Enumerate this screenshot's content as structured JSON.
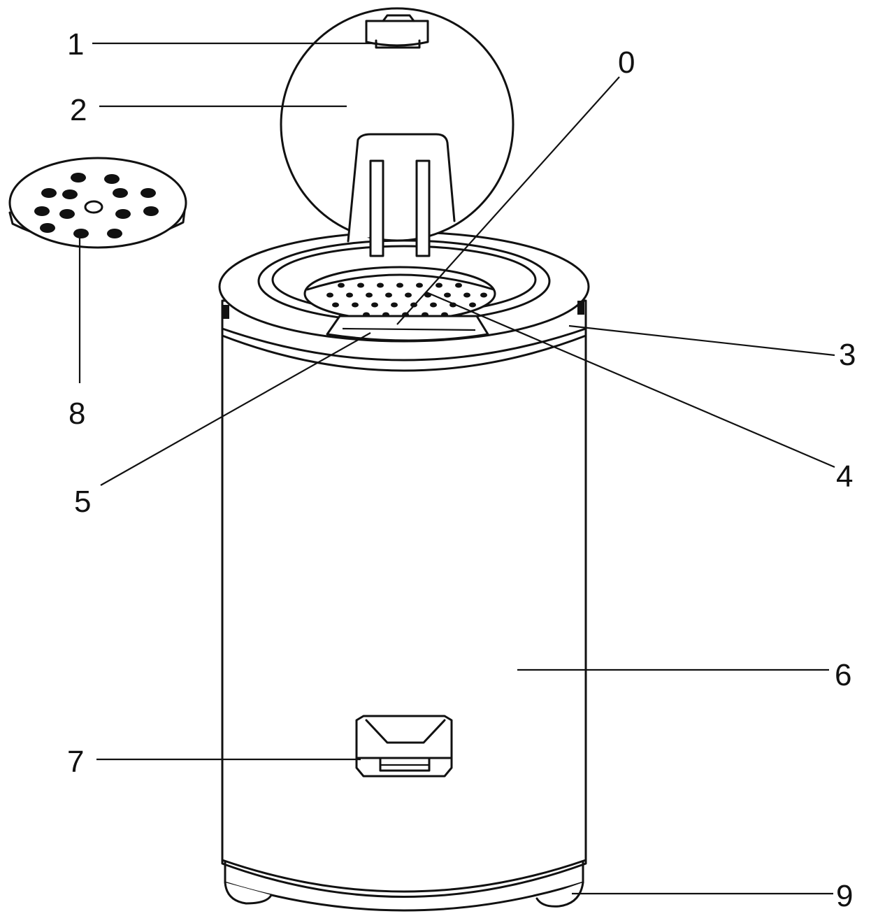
{
  "labels": {
    "l0": "0",
    "l1": "1",
    "l2": "2",
    "l3": "3",
    "l4": "4",
    "l5": "5",
    "l6": "6",
    "l7": "7",
    "l8": "8",
    "l9": "9"
  },
  "colors": {
    "line": "#111111",
    "background": "#ffffff"
  }
}
